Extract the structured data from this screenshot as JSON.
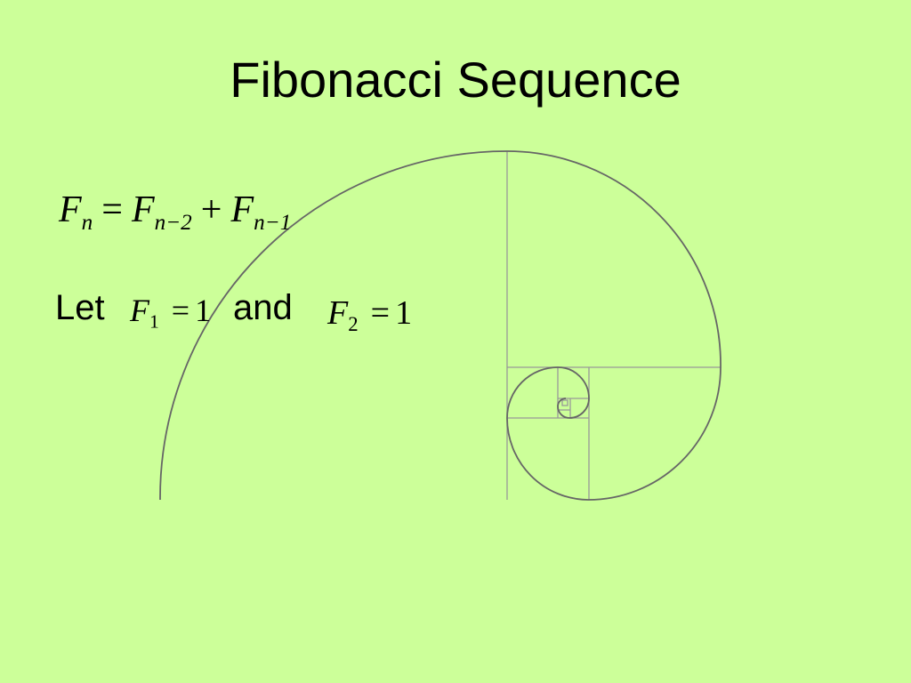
{
  "slide": {
    "title": "Fibonacci Sequence",
    "recurrence": {
      "lhs_symbol": "F",
      "lhs_sub": "n",
      "equals": "=",
      "term1_symbol": "F",
      "term1_sub": "n−2",
      "plus": "+",
      "term2_symbol": "F",
      "term2_sub": "n−1"
    },
    "initial": {
      "let_label": "Let",
      "f1_symbol": "F",
      "f1_sub": "1",
      "f1_equals": "=",
      "f1_value": "1",
      "and_label": "and",
      "f2_symbol": "F",
      "f2_sub": "2",
      "f2_equals": "=",
      "f2_value": "1"
    }
  },
  "colors": {
    "background": "#ccff99",
    "text": "#000000",
    "spiral_stroke": "#666666",
    "square_stroke": "#999999"
  }
}
